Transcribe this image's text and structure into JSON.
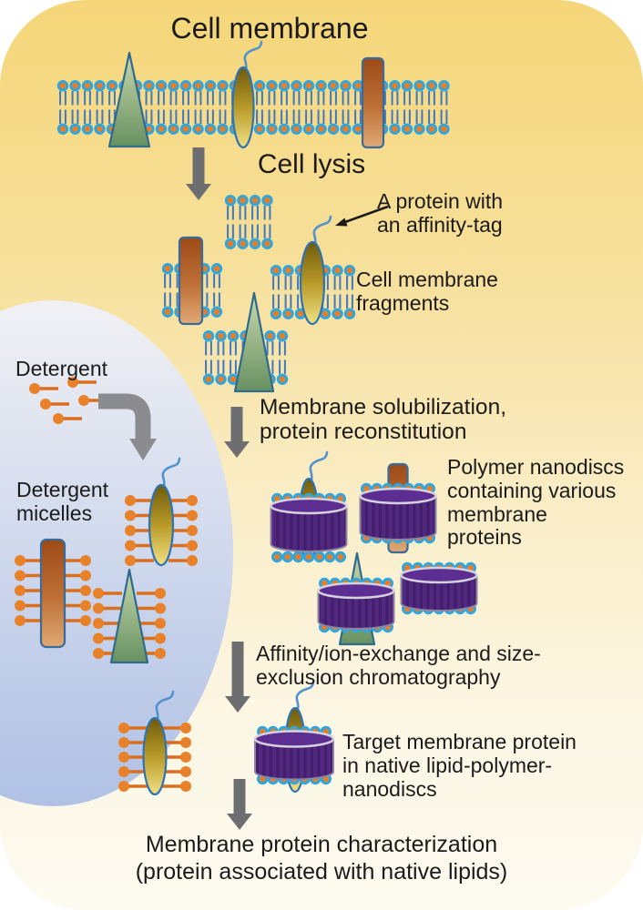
{
  "figure": {
    "title": "Cell membrane",
    "step_cell_lysis": "Cell lysis",
    "step_solubilization": "Membrane solubilization,\nprotein reconstitution",
    "step_chromatography": "Affinity/ion-exchange and size-\nexclusion chromatography",
    "step_characterization": "Membrane protein characterization\n(protein associated with native lipids)",
    "label_affinity_tag": "A protein with\nan affinity-tag",
    "label_fragments": "Cell membrane\nfragments",
    "label_detergent": "Detergent",
    "label_micelles": "Detergent\nmicelles",
    "label_nanodiscs": "Polymer nanodiscs\ncontaining various\nmembrane\nproteins",
    "label_target": "Target membrane protein\nin native lipid-polymer-\nnanodiscs",
    "colors": {
      "background_top": "#f5d679",
      "background_bottom": "#fdfaf0",
      "detergent_pool_blue": "#b0c1e5",
      "lipid_head": "#2ea7e0",
      "lipid_head_center": "#e87d26",
      "lipid_tail": "#3f7ac0",
      "detergent_orange": "#e8822a",
      "nanodisc_polymer_purple": "#53297f",
      "protein_triangle_green": "#679161",
      "protein_oval_gold": "#b89a28",
      "protein_rect_brown": "#bf7136",
      "affinity_tag_blue": "#5193d1",
      "arrow_gray": "#6d6e70",
      "text": "#1b1b1b"
    }
  }
}
